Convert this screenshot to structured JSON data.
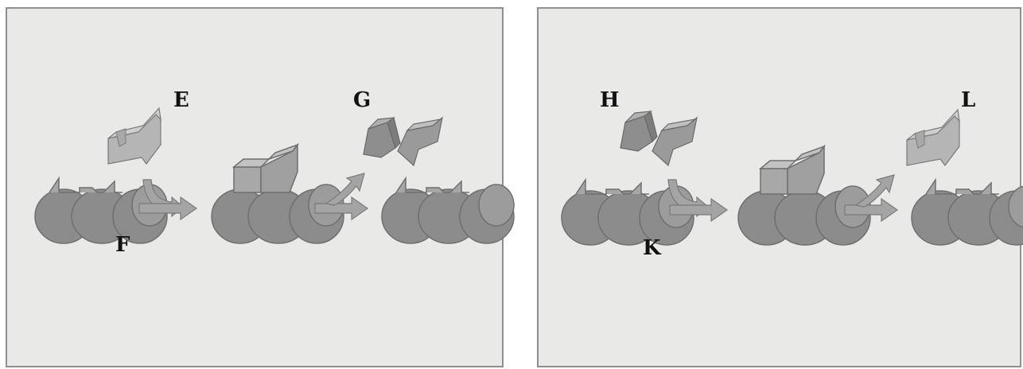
{
  "diagram": {
    "left_panel": {
      "labels": {
        "E": "E",
        "F": "F",
        "G": "G"
      }
    },
    "right_panel": {
      "labels": {
        "H": "H",
        "K": "K",
        "L": "L"
      }
    }
  },
  "colors": {
    "panel_bg": "#e9e9e7",
    "panel_border": "#8f8f8f",
    "enzyme": "#8a8a8a",
    "enzyme_light": "#a2a2a2",
    "substrate": "#b4b4b4",
    "substrate_dark": "#8f8f8f",
    "arrow": "#9a9a9a"
  }
}
